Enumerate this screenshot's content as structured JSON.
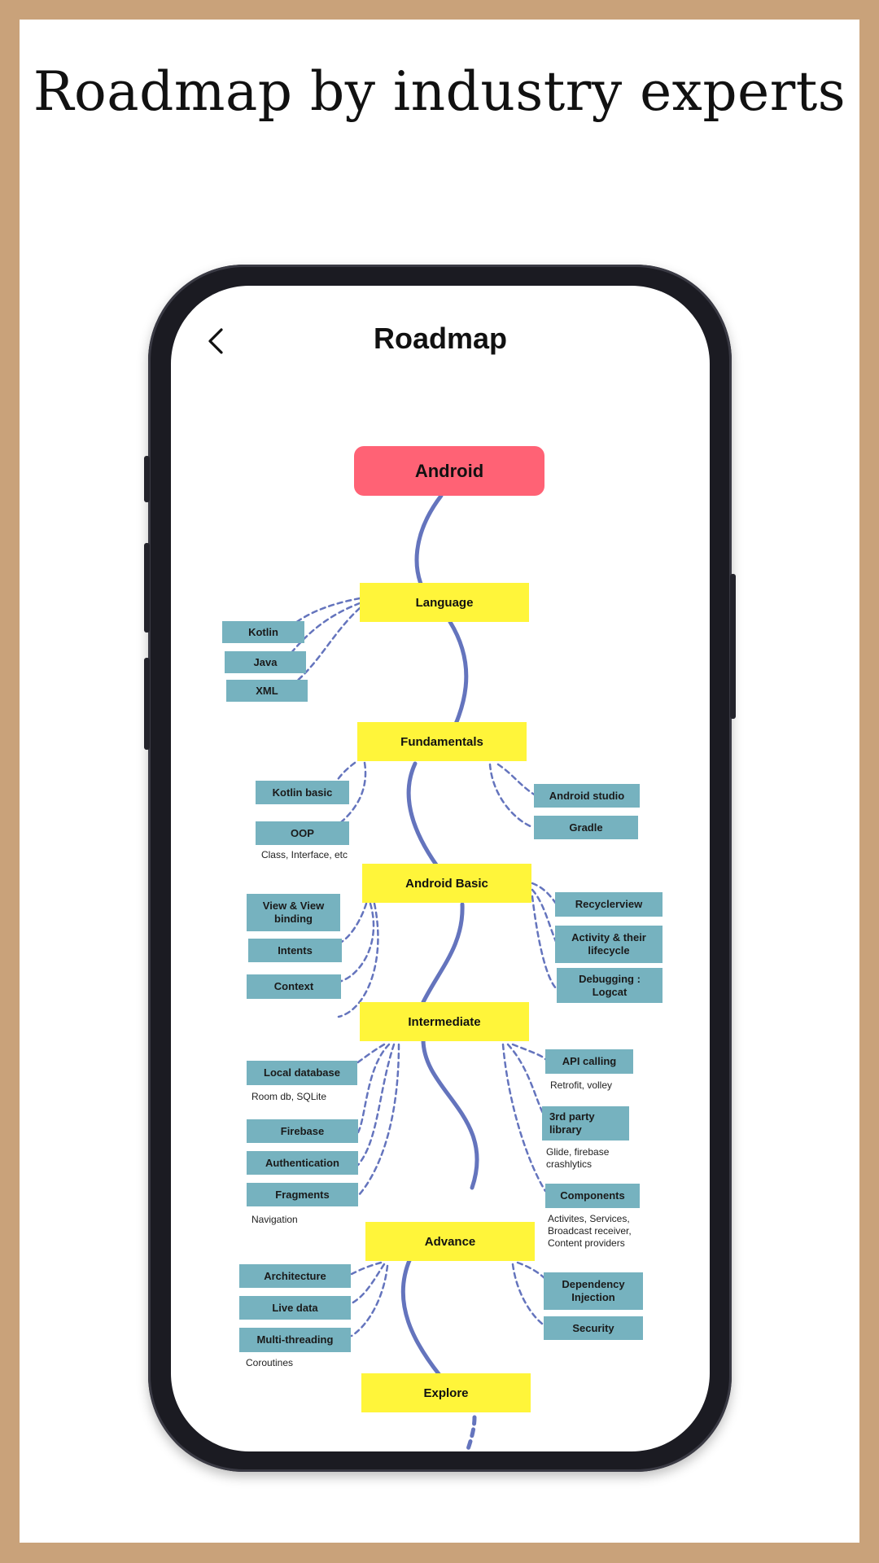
{
  "headline": "Roadmap by industry experts",
  "screen": {
    "title": "Roadmap",
    "back_icon": "chevron-left-icon"
  },
  "roadmap": {
    "root": "Android",
    "stages": {
      "language": {
        "label": "Language",
        "items": [
          "Kotlin",
          "Java",
          "XML"
        ]
      },
      "fundamentals": {
        "label": "Fundamentals",
        "left": [
          "Kotlin basic",
          "OOP"
        ],
        "oop_note": "Class, Interface, etc",
        "right": [
          "Android studio",
          "Gradle"
        ]
      },
      "android_basic": {
        "label": "Android Basic",
        "left": [
          "View & View binding",
          "Intents",
          "Context"
        ],
        "right": [
          "Recyclerview",
          "Activity & their lifecycle",
          "Debugging : Logcat"
        ]
      },
      "intermediate": {
        "label": "Intermediate",
        "left": [
          "Local database",
          "Firebase",
          "Authentication",
          "Fragments"
        ],
        "local_db_note": "Room db, SQLite",
        "fragments_note": "Navigation",
        "right": [
          "API calling",
          "3rd party library",
          "Components"
        ],
        "api_note": "Retrofit, volley",
        "library_note": "Glide, firebase crashlytics",
        "components_note": "Activites, Services, Broadcast receiver, Content providers"
      },
      "advance": {
        "label": "Advance",
        "left": [
          "Architecture",
          "Live data",
          "Multi-threading"
        ],
        "threading_note": "Coroutines",
        "right": [
          "Dependency Injection",
          "Security"
        ]
      },
      "explore": {
        "label": "Explore"
      }
    }
  },
  "colors": {
    "frame": "#c9a27a",
    "root": "#ff6275",
    "stage": "#fff53a",
    "leaf": "#76b2bf",
    "path": "#6474bd"
  }
}
